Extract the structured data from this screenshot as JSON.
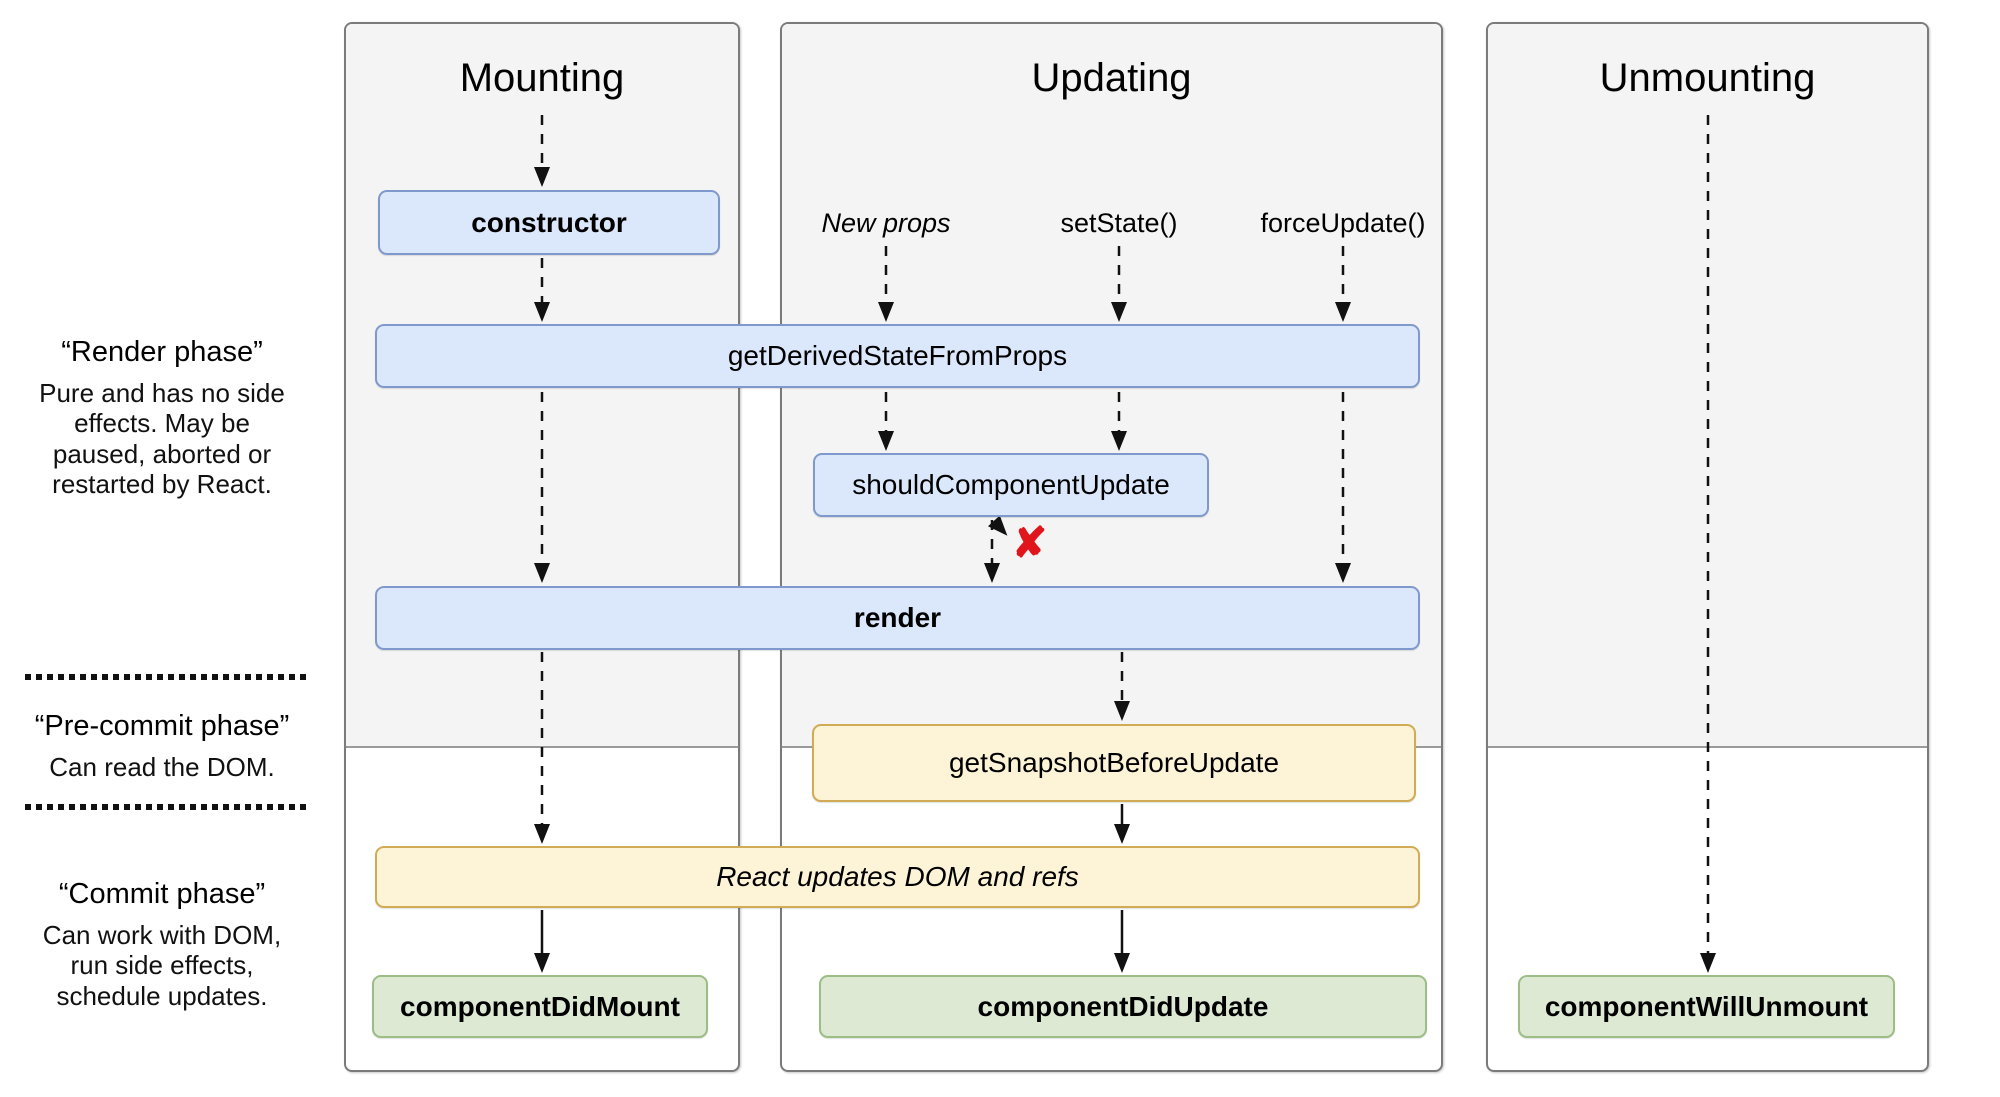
{
  "diagram": {
    "columns": [
      {
        "title": "Mounting"
      },
      {
        "title": "Updating"
      },
      {
        "title": "Unmounting"
      }
    ],
    "phases": [
      {
        "title": "“Render phase”",
        "description": "Pure and has no side effects. May be paused, aborted or restarted by React."
      },
      {
        "title": "“Pre-commit phase”",
        "description": "Can read the DOM."
      },
      {
        "title": "“Commit phase”",
        "description": "Can work with DOM, run side effects, schedule updates."
      }
    ],
    "triggers": [
      {
        "label": "New props"
      },
      {
        "label": "setState()"
      },
      {
        "label": "forceUpdate()"
      }
    ],
    "nodes": {
      "constructor": {
        "label": "constructor"
      },
      "getDerivedStateFromProps": {
        "label": "getDerivedStateFromProps"
      },
      "shouldComponentUpdate": {
        "label": "shouldComponentUpdate"
      },
      "render": {
        "label": "render"
      },
      "getSnapshotBeforeUpdate": {
        "label": "getSnapshotBeforeUpdate"
      },
      "reactUpdatesDom": {
        "label": "React updates DOM and refs"
      },
      "componentDidMount": {
        "label": "componentDidMount"
      },
      "componentDidUpdate": {
        "label": "componentDidUpdate"
      },
      "componentWillUnmount": {
        "label": "componentWillUnmount"
      }
    },
    "cancel_mark": "✘"
  },
  "colors": {
    "background": "#ffffff",
    "text": "#111111",
    "panel_fill": "#f4f4f5",
    "panel_border": "#7b7b7b",
    "divider": "#9a9a9a",
    "blue_fill": "#dbe7fa",
    "blue_border": "#8099cc",
    "yellow_fill": "#fdf3d7",
    "yellow_border": "#d2ab55",
    "green_fill": "#dde9d3",
    "green_border": "#9cbd85",
    "arrow": "#111111",
    "cancel_red": "#e0161c"
  }
}
